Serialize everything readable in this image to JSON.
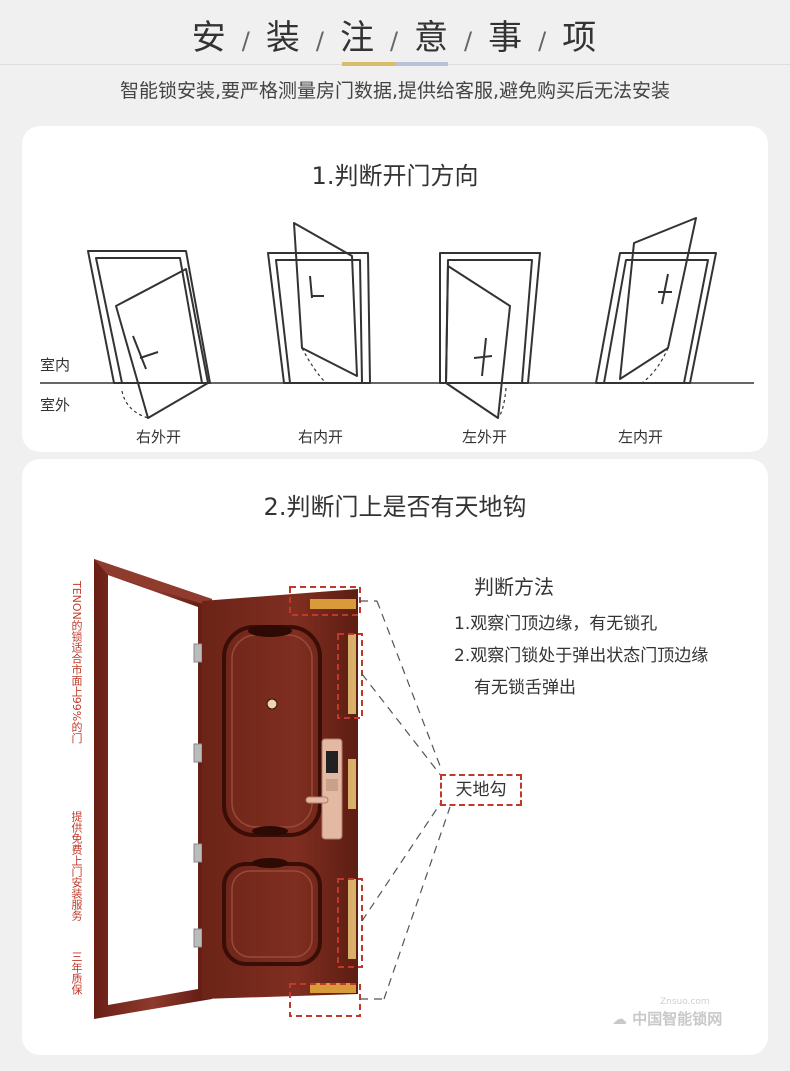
{
  "header": {
    "title_chars": [
      "安",
      "装",
      "注",
      "意",
      "事",
      "项"
    ],
    "separator": "/",
    "subtitle": "智能锁安装,要严格测量房门数据,提供给客服,避免购买后无法安装",
    "accent_gold": "#d8be6a",
    "accent_blue": "#b9c0d8"
  },
  "section1": {
    "title": "1.判断开门方向",
    "indoor_label": "室内",
    "outdoor_label": "室外",
    "doors": [
      {
        "label": "右外开"
      },
      {
        "label": "右内开"
      },
      {
        "label": "左外开"
      },
      {
        "label": "左内开"
      }
    ]
  },
  "section2": {
    "title": "2.判断门上是否有天地钩",
    "method_title": "判断方法",
    "method_lines": [
      "1.观察门顶边缘，有无锁孔",
      "2.观察门锁处于弹出状态门顶边缘",
      "有无锁舌弹出"
    ],
    "callout": "天地勾",
    "vertical_text": [
      "TENON的锁适合市面上99%的门",
      "提供免费上门安装服务",
      "三年质保"
    ],
    "door_color": "#7a2a1f",
    "highlight_color": "#c0392b"
  },
  "watermark": {
    "text": "中国智能锁网",
    "small": "Znsuo.com"
  }
}
